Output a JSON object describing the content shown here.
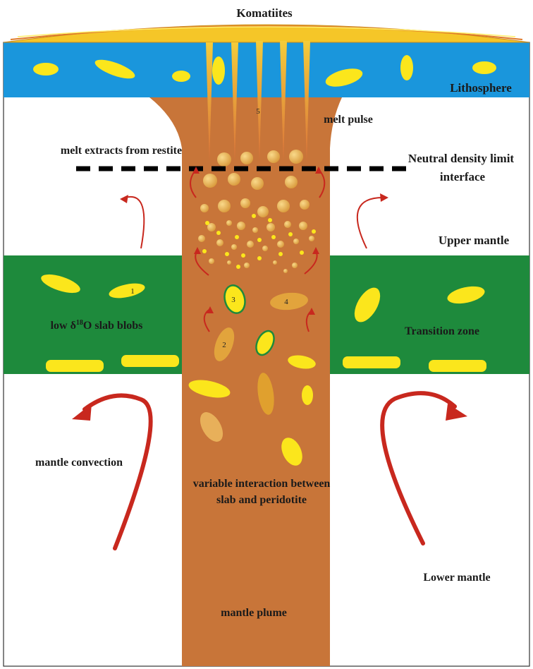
{
  "labels": {
    "komatiites": "Komatiites",
    "lithosphere": "Lithosphere",
    "melt_pulse": "melt pulse",
    "melt_extracts": "melt extracts from restite",
    "neutral_density_line1": "Neutral density limit",
    "neutral_density_line2": "interface",
    "upper_mantle": "Upper mantle",
    "slab_blobs_prefix": "low δ",
    "slab_blobs_sup": "18",
    "slab_blobs_suffix": "O slab blobs",
    "transition_zone": "Transition zone",
    "mantle_convection": "mantle convection",
    "interaction_line1": "variable interaction between",
    "interaction_line2": "slab and peridotite",
    "lower_mantle": "Lower mantle",
    "mantle_plume": "mantle plume"
  },
  "markers": {
    "n1": "1",
    "n2": "2",
    "n3": "3",
    "n4": "4",
    "n5": "5"
  },
  "colors": {
    "lithosphere": "#1a96dc",
    "transition_zone": "#1e8a3c",
    "plume": "#c87539",
    "blob_yellow": "#fbe61c",
    "arrow_red": "#c8281e",
    "interface_line": "#000000"
  }
}
